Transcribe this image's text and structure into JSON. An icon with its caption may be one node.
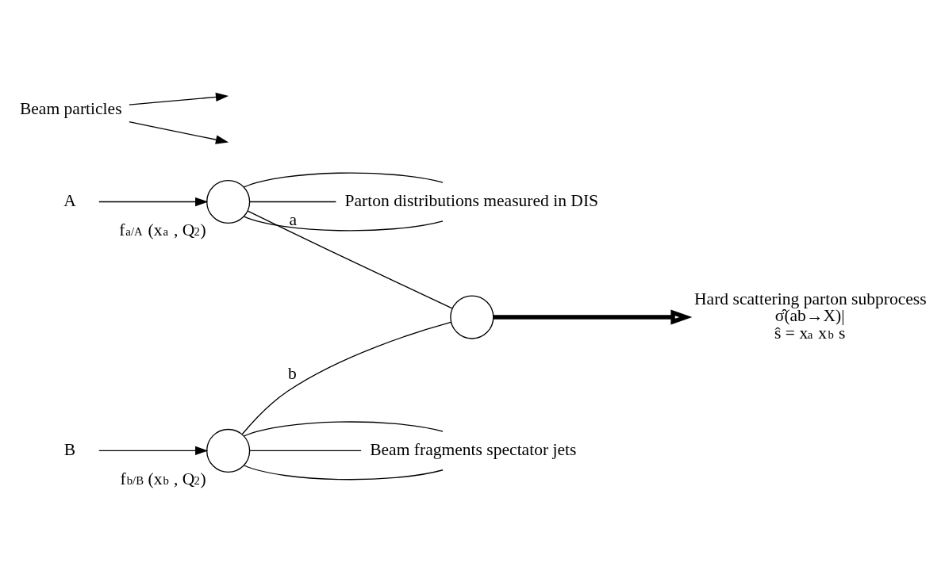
{
  "diagram": {
    "nodes": [
      {
        "text": [
          "A"
        ]
      },
      {
        "text": [],
        "shape": "circle",
        "beside": [
          "f$_{a/A}$ (x$_{a}$ , Q$^{2}$)"
        ]
      },
      {
        "text": [
          "Beam particles"
        ]
      },
      {
        "text": [
          "B"
        ]
      },
      {
        "text": [],
        "shape": "circle",
        "beside": [
          "f$_{b/B}$ (x$_{b}$ , Q$^{2}$)"
        ]
      },
      {
        "text": [
          "Parton distributions measured in DIS"
        ]
      },
      {
        "text": [],
        "shape": "circle"
      },
      {
        "text": [
          "Beam fragments spectator jets"
        ]
      },
      {
        "text": [
          "Hard scattering parton subprocess",
          "σ̂(ab→X)|",
          "ŝ = x$_{a}$ x$_{b}$ s"
        ]
      }
    ],
    "edges": [
      {
        "from": 0,
        "to": 1,
        "arrow": "to"
      },
      {
        "from": 3,
        "to": 4,
        "arrow": "to"
      },
      {
        "from": 2,
        "to": null,
        "arrow": "to"
      },
      {
        "from": 2,
        "to": null,
        "arrow": "to"
      },
      {
        "from": 1,
        "to": 5,
        "arrow": "none"
      },
      {
        "from": 1,
        "to": 5,
        "arrow": "none"
      },
      {
        "from": 1,
        "to": 5,
        "arrow": "none"
      },
      {
        "from": 4,
        "to": 7,
        "arrow": "none"
      },
      {
        "from": 4,
        "to": 7,
        "arrow": "none"
      },
      {
        "from": 4,
        "to": 7,
        "arrow": "none"
      },
      {
        "from": 1,
        "to": 6,
        "label": "a",
        "arrow": "none"
      },
      {
        "from": 4,
        "to": 6,
        "label": "b",
        "arrow": "none"
      },
      {
        "from": 6,
        "to": 8,
        "arrow": "to",
        "style": "thick"
      }
    ]
  }
}
